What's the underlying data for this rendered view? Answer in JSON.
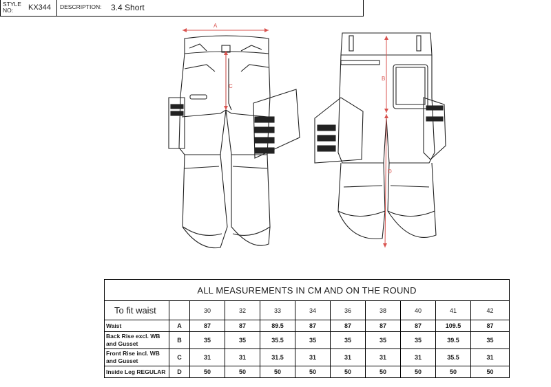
{
  "header": {
    "style_label": "STYLE NO:",
    "style_value": "KX344",
    "description_label": "DESCRIPTION:",
    "description_value": "3.4 Short"
  },
  "drawings": {
    "front": {
      "markers": [
        "A",
        "C"
      ]
    },
    "back": {
      "markers": [
        "B",
        "D"
      ]
    },
    "accent_color": "#d9534f"
  },
  "table": {
    "title": "ALL MEASUREMENTS IN CM AND ON THE ROUND",
    "fit_label": "To fit waist",
    "sizes": [
      "30",
      "32",
      "33",
      "34",
      "36",
      "38",
      "40",
      "41",
      "42"
    ],
    "rows": [
      {
        "label": "Waist",
        "code": "A",
        "values": [
          "87",
          "87",
          "89.5",
          "87",
          "87",
          "87",
          "87",
          "109.5",
          "87"
        ]
      },
      {
        "label": "Back Rise excl. WB and Gusset",
        "code": "B",
        "values": [
          "35",
          "35",
          "35.5",
          "35",
          "35",
          "35",
          "35",
          "39.5",
          "35"
        ]
      },
      {
        "label": "Front Rise incl. WB and Gusset",
        "code": "C",
        "values": [
          "31",
          "31",
          "31.5",
          "31",
          "31",
          "31",
          "31",
          "35.5",
          "31"
        ]
      },
      {
        "label": "Inside Leg REGULAR",
        "code": "D",
        "values": [
          "50",
          "50",
          "50",
          "50",
          "50",
          "50",
          "50",
          "50",
          "50"
        ]
      }
    ]
  }
}
